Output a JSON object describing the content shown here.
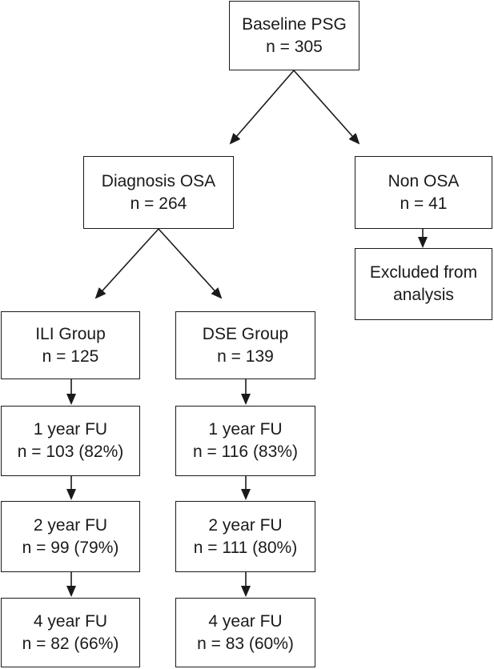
{
  "nodes": {
    "baseline": {
      "line1": "Baseline PSG",
      "line2": "n = 305"
    },
    "osa": {
      "line1": "Diagnosis OSA",
      "line2": "n = 264"
    },
    "non_osa": {
      "line1": "Non OSA",
      "line2": "n = 41"
    },
    "excluded": {
      "line1": "Excluded from",
      "line2": "analysis"
    },
    "ili": {
      "line1": "ILI Group",
      "line2": "n = 125"
    },
    "dse": {
      "line1": "DSE Group",
      "line2": "n = 139"
    },
    "ili_fu1": {
      "line1": "1 year FU",
      "line2": "n = 103 (82%)"
    },
    "dse_fu1": {
      "line1": "1 year FU",
      "line2": "n = 116 (83%)"
    },
    "ili_fu2": {
      "line1": "2 year FU",
      "line2": "n = 99 (79%)"
    },
    "dse_fu2": {
      "line1": "2 year FU",
      "line2": "n = 111 (80%)"
    },
    "ili_fu4": {
      "line1": "4 year FU",
      "line2": "n = 82 (66%)"
    },
    "dse_fu4": {
      "line1": "4 year FU",
      "line2": "n = 83 (60%)"
    }
  },
  "colors": {
    "stroke": "#1a1a1a",
    "background": "#ffffff"
  }
}
